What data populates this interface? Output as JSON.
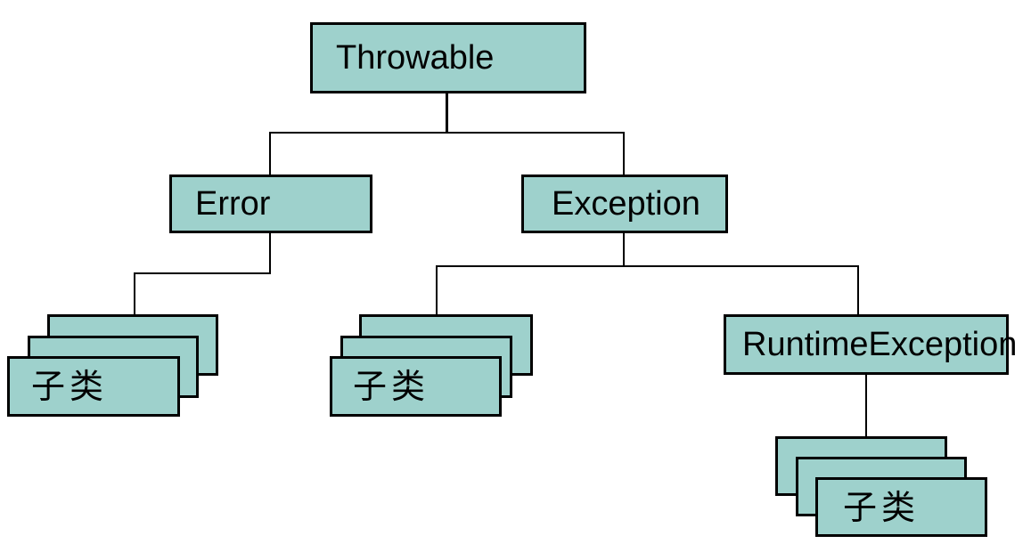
{
  "diagram": {
    "type": "tree",
    "nodes": {
      "throwable": {
        "label": "Throwable"
      },
      "error": {
        "label": "Error"
      },
      "exception": {
        "label": "Exception"
      },
      "runtime_exception": {
        "label": "RuntimeException"
      },
      "error_subclasses": {
        "label": "子类",
        "stacked_count": 3
      },
      "exception_subclasses": {
        "label": "子类",
        "stacked_count": 3
      },
      "runtime_exception_subclasses": {
        "label": "子类",
        "stacked_count": 3
      }
    },
    "edges": [
      {
        "from": "Throwable",
        "to": "Error"
      },
      {
        "from": "Throwable",
        "to": "Exception"
      },
      {
        "from": "Error",
        "to": "子类"
      },
      {
        "from": "Exception",
        "to": "子类"
      },
      {
        "from": "Exception",
        "to": "RuntimeException"
      },
      {
        "from": "RuntimeException",
        "to": "子类"
      }
    ],
    "colors": {
      "node_fill": "#9ed1cc",
      "node_border": "#000000",
      "connector": "#000000",
      "background": "#ffffff"
    }
  }
}
